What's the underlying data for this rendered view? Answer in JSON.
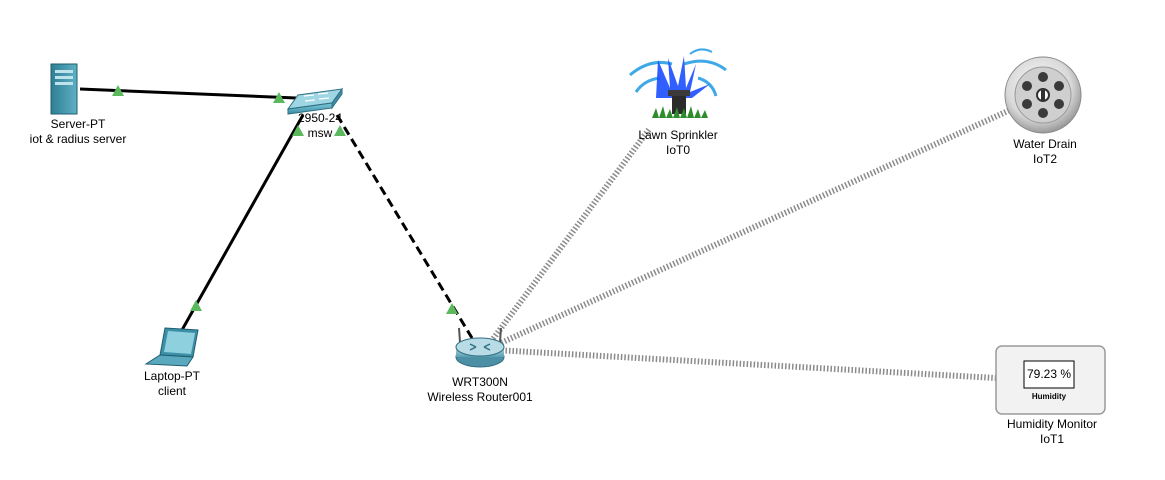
{
  "devices": {
    "server": {
      "type": "Server-PT",
      "name": "iot & radius server",
      "icon": "server-icon"
    },
    "switch": {
      "type": "2950-24",
      "name": "msw",
      "icon": "switch-icon"
    },
    "laptop": {
      "type": "Laptop-PT",
      "name": "client",
      "icon": "laptop-icon"
    },
    "router": {
      "type": "WRT300N",
      "name": "Wireless Router001",
      "icon": "wireless-router-icon"
    },
    "sprinkler": {
      "type": "Lawn Sprinkler",
      "name": "IoT0",
      "icon": "lawn-sprinkler-icon"
    },
    "drain": {
      "type": "Water Drain",
      "name": "IoT2",
      "icon": "water-drain-icon"
    },
    "humidity": {
      "type": "Humidity Monitor",
      "name": "IoT1",
      "icon": "humidity-monitor-icon",
      "reading": "79.23 %",
      "caption": "Humidity"
    }
  },
  "colors": {
    "link_up": "#5cb85c",
    "cable": "#000000",
    "wireless": "#8a8a8a",
    "device_teal": "#3d8fa6"
  }
}
